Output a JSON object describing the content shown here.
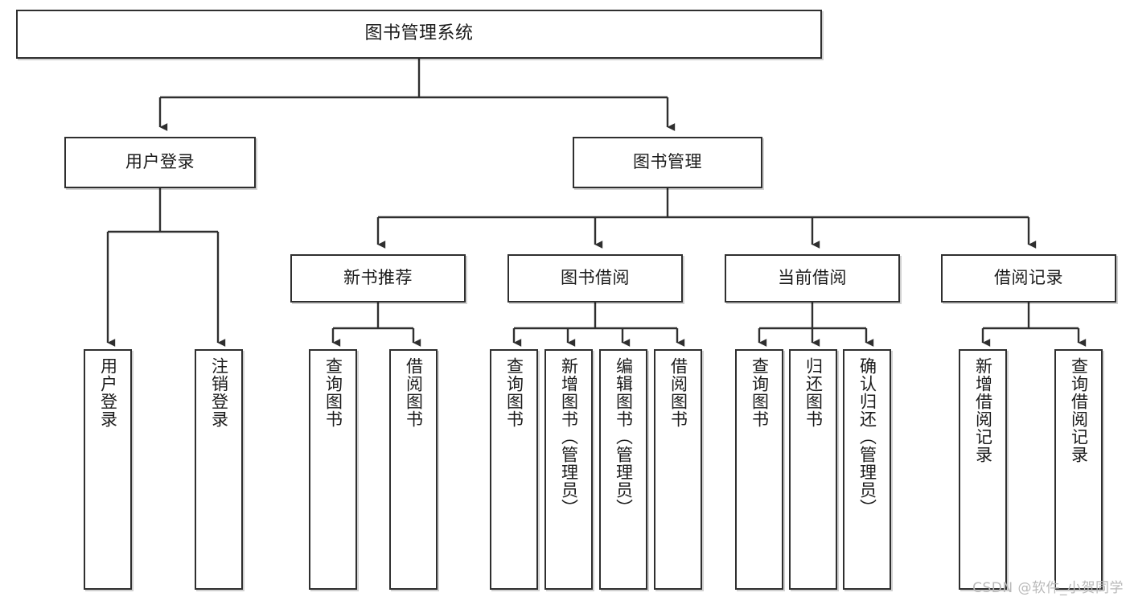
{
  "diagram": {
    "title": "图书管理系统",
    "type": "hierarchy-tree",
    "root": {
      "label": "图书管理系统"
    },
    "level2": [
      {
        "label": "用户登录"
      },
      {
        "label": "图书管理"
      }
    ],
    "level3": [
      {
        "label": "新书推荐"
      },
      {
        "label": "图书借阅"
      },
      {
        "label": "当前借阅"
      },
      {
        "label": "借阅记录"
      }
    ],
    "leaves": {
      "user_login": [
        {
          "label": "用户登录"
        },
        {
          "label": "注销登录"
        }
      ],
      "new_book_recommend": [
        {
          "label": "查询图书"
        },
        {
          "label": "借阅图书"
        }
      ],
      "book_borrow": [
        {
          "label": "查询图书"
        },
        {
          "label": "新增图书（管理员）"
        },
        {
          "label": "编辑图书（管理员）"
        },
        {
          "label": "借阅图书"
        }
      ],
      "current_borrow": [
        {
          "label": "查询图书"
        },
        {
          "label": "归还图书"
        },
        {
          "label": "确认归还（管理员）"
        }
      ],
      "borrow_records": [
        {
          "label": "新增借阅记录"
        },
        {
          "label": "查询借阅记录"
        }
      ]
    }
  },
  "watermark": {
    "text": "CSDN @软件_小贺同学"
  },
  "colors": {
    "stroke": "#2f2f2f",
    "fill": "#ffffff",
    "text": "#1b1b1b",
    "watermark": "#b9b9b9"
  }
}
